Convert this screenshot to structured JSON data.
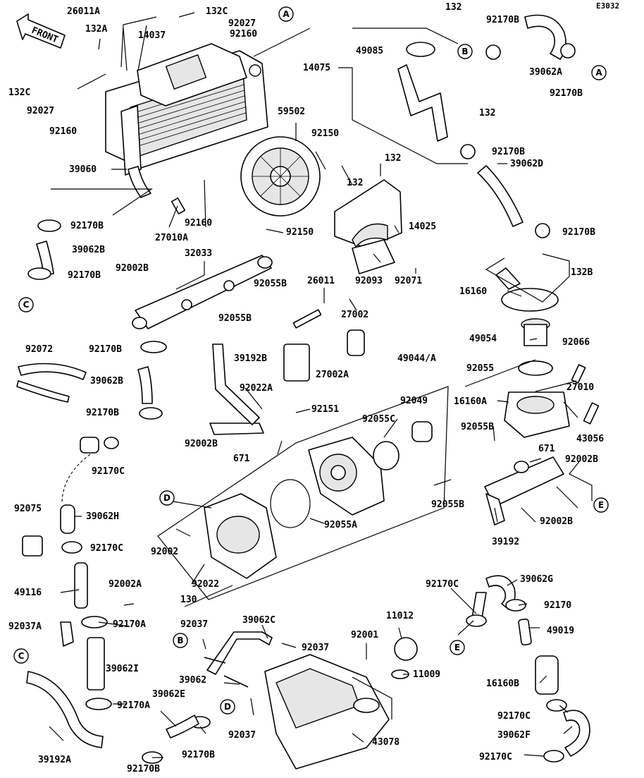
{
  "figure_code": "E3032",
  "front_label": "FRONT",
  "callouts": [
    {
      "id": "A1",
      "letter": "A"
    },
    {
      "id": "A2",
      "letter": "A"
    },
    {
      "id": "B1",
      "letter": "B"
    },
    {
      "id": "B2",
      "letter": "B"
    },
    {
      "id": "C1",
      "letter": "C"
    },
    {
      "id": "C2",
      "letter": "C"
    },
    {
      "id": "D1",
      "letter": "D"
    },
    {
      "id": "D2",
      "letter": "D"
    },
    {
      "id": "E1",
      "letter": "E"
    },
    {
      "id": "E2",
      "letter": "E"
    }
  ],
  "part_labels": [
    {
      "id": "p01",
      "text": "26011A"
    },
    {
      "id": "p02",
      "text": "132C"
    },
    {
      "id": "p03",
      "text": "92027"
    },
    {
      "id": "p04",
      "text": "92160"
    },
    {
      "id": "p05",
      "text": "132A"
    },
    {
      "id": "p06",
      "text": "14037"
    },
    {
      "id": "p07",
      "text": "132C"
    },
    {
      "id": "p08",
      "text": "92027"
    },
    {
      "id": "p09",
      "text": "92160"
    },
    {
      "id": "p10",
      "text": "132"
    },
    {
      "id": "p11",
      "text": "92170B"
    },
    {
      "id": "p12",
      "text": "49085"
    },
    {
      "id": "p13",
      "text": "14075"
    },
    {
      "id": "p14",
      "text": "39062A"
    },
    {
      "id": "p15",
      "text": "92170B"
    },
    {
      "id": "p16",
      "text": "132"
    },
    {
      "id": "p17",
      "text": "59502"
    },
    {
      "id": "p18",
      "text": "92150"
    },
    {
      "id": "p19",
      "text": "39060"
    },
    {
      "id": "p20",
      "text": "92170B"
    },
    {
      "id": "p21",
      "text": "132"
    },
    {
      "id": "p22",
      "text": "132"
    },
    {
      "id": "p23",
      "text": "39062D"
    },
    {
      "id": "p24",
      "text": "92160"
    },
    {
      "id": "p25",
      "text": "27010A"
    },
    {
      "id": "p26",
      "text": "92150"
    },
    {
      "id": "p27",
      "text": "14025"
    },
    {
      "id": "p28",
      "text": "92170B"
    },
    {
      "id": "p29",
      "text": "92170B"
    },
    {
      "id": "p30",
      "text": "39062B"
    },
    {
      "id": "p31",
      "text": "32033"
    },
    {
      "id": "p32",
      "text": "92170B"
    },
    {
      "id": "p33",
      "text": "92002B"
    },
    {
      "id": "p34",
      "text": "92055B"
    },
    {
      "id": "p35",
      "text": "92093"
    },
    {
      "id": "p36",
      "text": "92071"
    },
    {
      "id": "p37",
      "text": "132B"
    },
    {
      "id": "p38",
      "text": "26011"
    },
    {
      "id": "p39",
      "text": "16160"
    },
    {
      "id": "p40",
      "text": "92055B"
    },
    {
      "id": "p41",
      "text": "27002"
    },
    {
      "id": "p42",
      "text": "49054"
    },
    {
      "id": "p43",
      "text": "92066"
    },
    {
      "id": "p44",
      "text": "92072"
    },
    {
      "id": "p45",
      "text": "92170B"
    },
    {
      "id": "p46",
      "text": "39192B"
    },
    {
      "id": "p47",
      "text": "49044/A"
    },
    {
      "id": "p48",
      "text": "92055"
    },
    {
      "id": "p49",
      "text": "39062B"
    },
    {
      "id": "p50",
      "text": "27002A"
    },
    {
      "id": "p51",
      "text": "27010"
    },
    {
      "id": "p52",
      "text": "92022A"
    },
    {
      "id": "p53",
      "text": "92049"
    },
    {
      "id": "p54",
      "text": "16160A"
    },
    {
      "id": "p55",
      "text": "92170B"
    },
    {
      "id": "p56",
      "text": "92151"
    },
    {
      "id": "p57",
      "text": "92055C"
    },
    {
      "id": "p58",
      "text": "92055B"
    },
    {
      "id": "p59",
      "text": "43056"
    },
    {
      "id": "p60",
      "text": "92002B"
    },
    {
      "id": "p61",
      "text": "671"
    },
    {
      "id": "p62",
      "text": "671"
    },
    {
      "id": "p63",
      "text": "92170C"
    },
    {
      "id": "p64",
      "text": "92002B"
    },
    {
      "id": "p65",
      "text": "92055B"
    },
    {
      "id": "p66",
      "text": "92075"
    },
    {
      "id": "p67",
      "text": "39062H"
    },
    {
      "id": "p68",
      "text": "92055A"
    },
    {
      "id": "p69",
      "text": "92002B"
    },
    {
      "id": "p70",
      "text": "92170C"
    },
    {
      "id": "p71",
      "text": "92002"
    },
    {
      "id": "p72",
      "text": "39192"
    },
    {
      "id": "p73",
      "text": "49116"
    },
    {
      "id": "p74",
      "text": "92002A"
    },
    {
      "id": "p75",
      "text": "92022"
    },
    {
      "id": "p76",
      "text": "130"
    },
    {
      "id": "p77",
      "text": "92170C"
    },
    {
      "id": "p78",
      "text": "39062G"
    },
    {
      "id": "p79",
      "text": "92037A"
    },
    {
      "id": "p80",
      "text": "92170A"
    },
    {
      "id": "p81",
      "text": "92037"
    },
    {
      "id": "p82",
      "text": "39062C"
    },
    {
      "id": "p83",
      "text": "11012"
    },
    {
      "id": "p84",
      "text": "92170"
    },
    {
      "id": "p85",
      "text": "92037"
    },
    {
      "id": "p86",
      "text": "92001"
    },
    {
      "id": "p87",
      "text": "49019"
    },
    {
      "id": "p88",
      "text": "39062I"
    },
    {
      "id": "p89",
      "text": "39062"
    },
    {
      "id": "p90",
      "text": "11009"
    },
    {
      "id": "p91",
      "text": "39062E"
    },
    {
      "id": "p92",
      "text": "16160B"
    },
    {
      "id": "p93",
      "text": "92170A"
    },
    {
      "id": "p94",
      "text": "92170C"
    },
    {
      "id": "p95",
      "text": "39062F"
    },
    {
      "id": "p96",
      "text": "92037"
    },
    {
      "id": "p97",
      "text": "43078"
    },
    {
      "id": "p98",
      "text": "39192A"
    },
    {
      "id": "p99",
      "text": "92170B"
    },
    {
      "id": "p100",
      "text": "92170B"
    },
    {
      "id": "p101",
      "text": "92170C"
    }
  ]
}
